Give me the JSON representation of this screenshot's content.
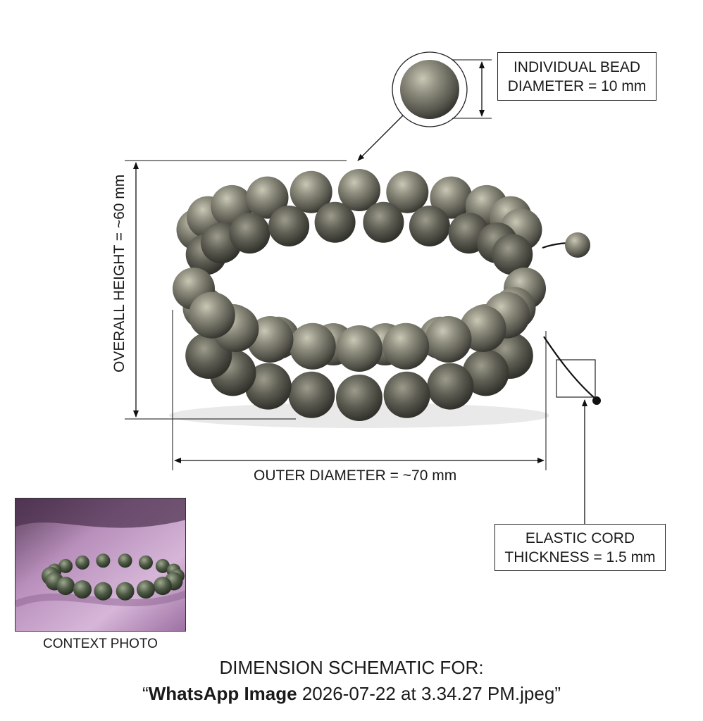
{
  "labels": {
    "bead_line1": "INDIVIDUAL BEAD",
    "bead_line2": "DIAMETER = 10 mm",
    "height": "OVERALL HEIGHT = ~60 mm",
    "outer_diameter": "OUTER DIAMETER = ~70 mm",
    "cord_line1": "ELASTIC CORD",
    "cord_line2": "THICKNESS = 1.5 mm"
  },
  "context_photo": {
    "caption": "CONTEXT PHOTO"
  },
  "footer": {
    "line1": "DIMENSION SCHEMATIC FOR:",
    "quote_open": "“",
    "filename_bold": "WhatsApp Image",
    "filename_rest": " 2026-07-22 at 3.34.27 PM.jpeg",
    "quote_close": "”"
  },
  "colors": {
    "bead_light": "#b8b6a4",
    "bead_mid": "#77776a",
    "bead_dark": "#33332e",
    "cloth": "#b48ab8",
    "line": "#111111"
  }
}
